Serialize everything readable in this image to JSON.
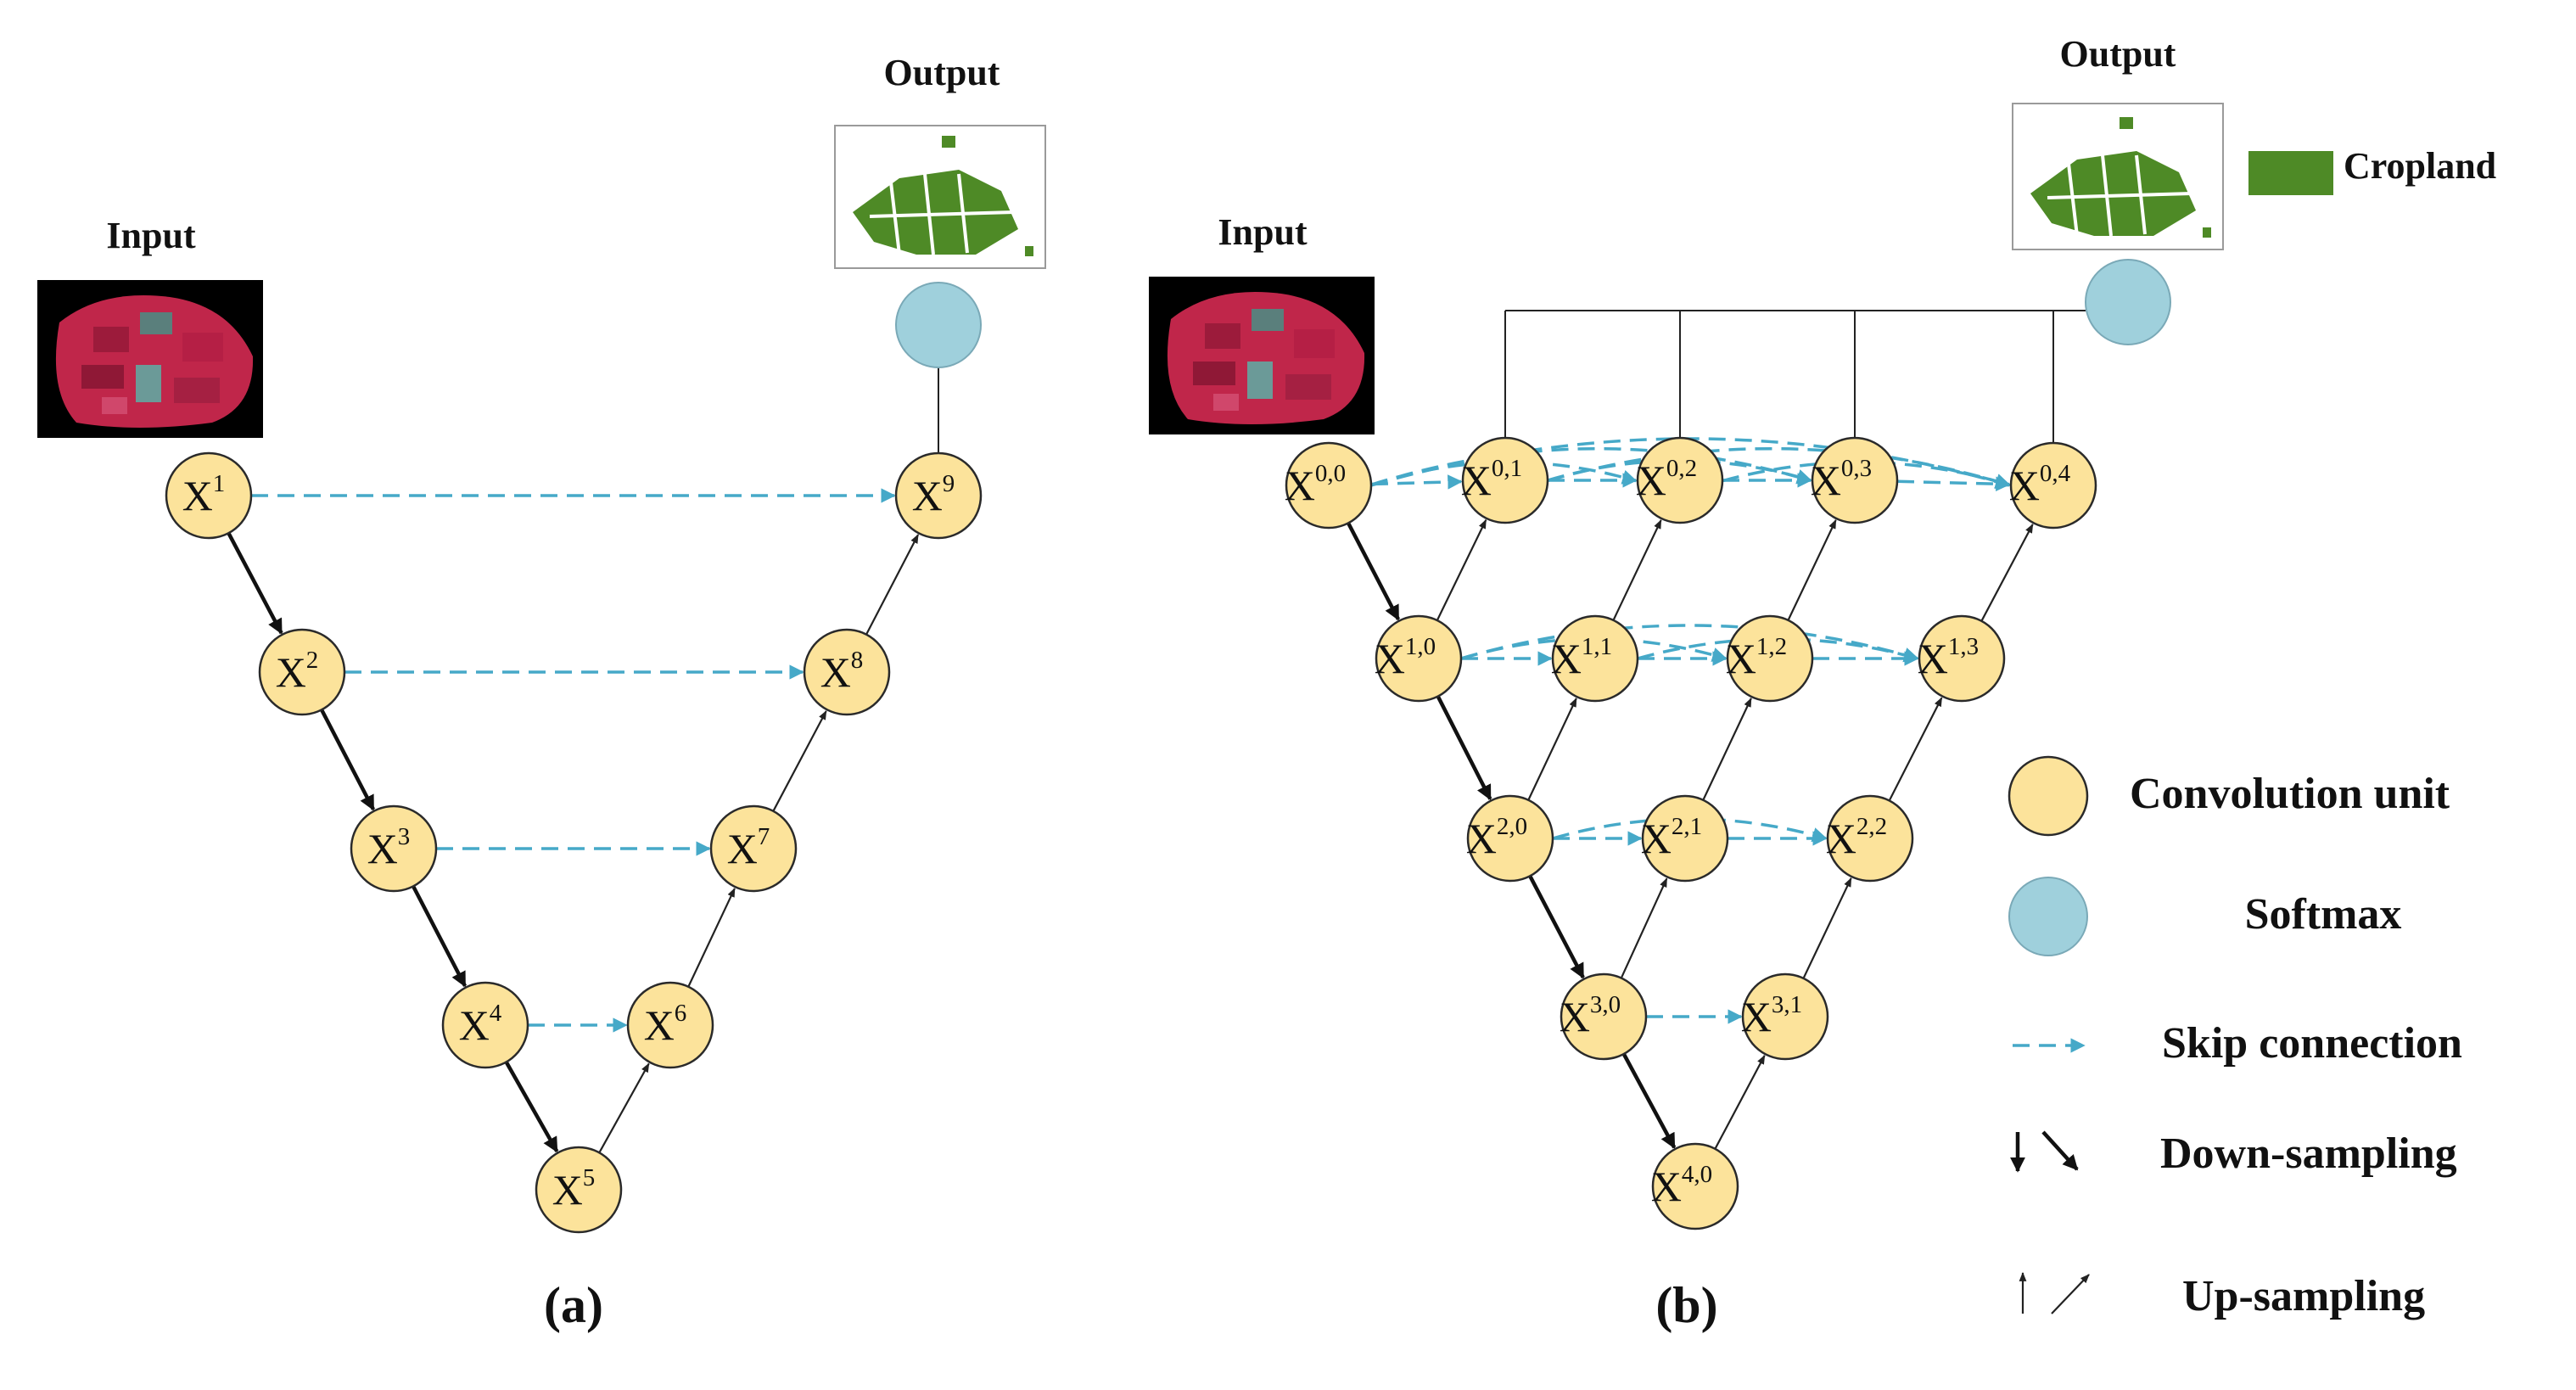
{
  "panel_a": {
    "caption": "(a)",
    "input_label": "Input",
    "output_label": "Output",
    "nodes": [
      {
        "id": "X1",
        "base": "X",
        "sup": "1"
      },
      {
        "id": "X2",
        "base": "X",
        "sup": "2"
      },
      {
        "id": "X3",
        "base": "X",
        "sup": "3"
      },
      {
        "id": "X4",
        "base": "X",
        "sup": "4"
      },
      {
        "id": "X5",
        "base": "X",
        "sup": "5"
      },
      {
        "id": "X6",
        "base": "X",
        "sup": "6"
      },
      {
        "id": "X7",
        "base": "X",
        "sup": "7"
      },
      {
        "id": "X8",
        "base": "X",
        "sup": "8"
      },
      {
        "id": "X9",
        "base": "X",
        "sup": "9"
      }
    ]
  },
  "panel_b": {
    "caption": "(b)",
    "input_label": "Input",
    "output_label": "Output",
    "nodes": [
      {
        "id": "X00",
        "base": "X",
        "sup": "0,0"
      },
      {
        "id": "X01",
        "base": "X",
        "sup": "0,1"
      },
      {
        "id": "X02",
        "base": "X",
        "sup": "0,2"
      },
      {
        "id": "X03",
        "base": "X",
        "sup": "0,3"
      },
      {
        "id": "X04",
        "base": "X",
        "sup": "0,4"
      },
      {
        "id": "X10",
        "base": "X",
        "sup": "1,0"
      },
      {
        "id": "X11",
        "base": "X",
        "sup": "1,1"
      },
      {
        "id": "X12",
        "base": "X",
        "sup": "1,2"
      },
      {
        "id": "X13",
        "base": "X",
        "sup": "1,3"
      },
      {
        "id": "X20",
        "base": "X",
        "sup": "2,0"
      },
      {
        "id": "X21",
        "base": "X",
        "sup": "2,1"
      },
      {
        "id": "X22",
        "base": "X",
        "sup": "2,2"
      },
      {
        "id": "X30",
        "base": "X",
        "sup": "3,0"
      },
      {
        "id": "X31",
        "base": "X",
        "sup": "3,1"
      },
      {
        "id": "X40",
        "base": "X",
        "sup": "4,0"
      }
    ]
  },
  "output_legend": {
    "label": "Cropland",
    "color": "#4e8a26"
  },
  "legend": {
    "convolution_unit": "Convolution unit",
    "softmax": "Softmax",
    "skip_connection": "Skip connection",
    "down_sampling": "Down-sampling",
    "up_sampling": "Up-sampling"
  },
  "colors": {
    "convolution_unit": "#fce39b",
    "softmax": "#9fd0dc",
    "skip_connection": "#46a9c8",
    "input_image_bg": "#000000",
    "input_image_tone": "#c0264a"
  }
}
